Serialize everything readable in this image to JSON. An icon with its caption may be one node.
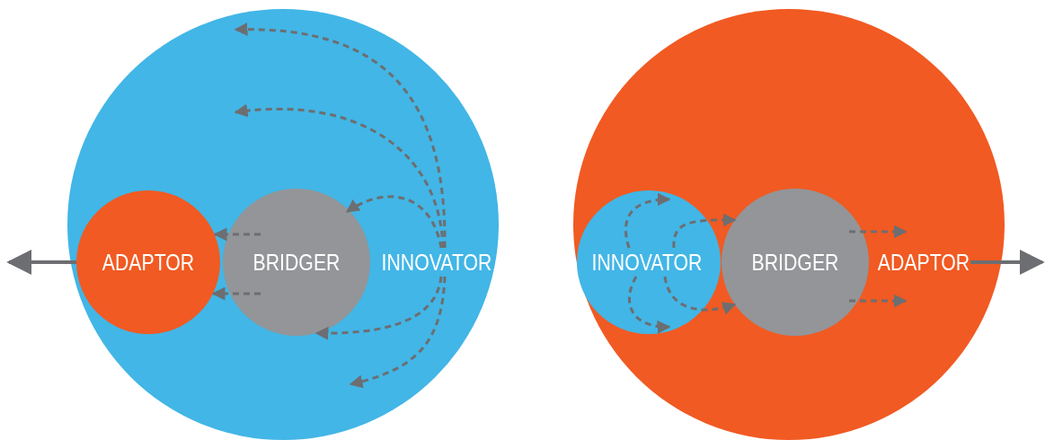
{
  "diagram": {
    "nodes": [
      {
        "text": [],
        "shape": "circle"
      },
      {
        "text": [
          "ADAPTOR"
        ],
        "in": 0
      },
      {
        "text": [
          "BRIDGER"
        ],
        "in": 0
      },
      {
        "text": [
          "INNOVATOR"
        ],
        "in": 0
      },
      {
        "text": [],
        "shape": "circle"
      },
      {
        "text": [],
        "shape": "circle",
        "in": 4
      },
      {
        "text": [
          "INNOVATOR"
        ],
        "in": 5
      },
      {
        "text": [
          "BRIDGER"
        ],
        "in": 4
      },
      {
        "text": [
          "ADAPTOR"
        ],
        "in": 4
      }
    ],
    "edges": [
      {
        "from": 3,
        "to": null,
        "arrow": "to",
        "style": "dashed"
      },
      {
        "from": 3,
        "to": null,
        "arrow": "to",
        "style": "dashed"
      },
      {
        "from": 3,
        "to": 2,
        "arrow": "to",
        "style": "dashed"
      },
      {
        "from": 3,
        "to": 2,
        "arrow": "to",
        "style": "dashed"
      },
      {
        "from": 3,
        "to": null,
        "arrow": "to",
        "style": "dashed"
      },
      {
        "from": 2,
        "to": 1,
        "arrow": "to",
        "style": "dashed"
      },
      {
        "from": 2,
        "to": 1,
        "arrow": "to",
        "style": "dashed"
      },
      {
        "from": 1,
        "to": null,
        "arrow": "to"
      },
      {
        "from": 6,
        "to": null,
        "arrow": "to",
        "style": "dashed"
      },
      {
        "from": 6,
        "to": null,
        "arrow": "to",
        "style": "dashed"
      },
      {
        "from": 6,
        "to": 7,
        "arrow": "to",
        "style": "dashed"
      },
      {
        "from": 6,
        "to": 7,
        "arrow": "to",
        "style": "dashed"
      },
      {
        "from": 7,
        "to": 8,
        "arrow": "to",
        "style": "dashed"
      },
      {
        "from": 7,
        "to": 8,
        "arrow": "to",
        "style": "dashed"
      },
      {
        "from": 8,
        "to": null,
        "arrow": "to"
      }
    ]
  }
}
